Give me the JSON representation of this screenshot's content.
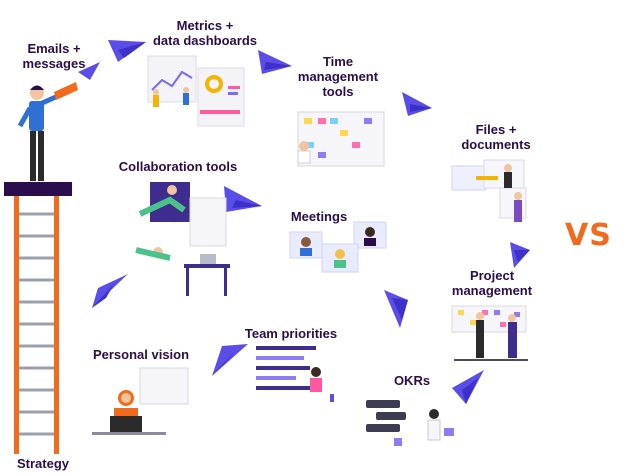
{
  "labels": {
    "emails": "Emails +\nmessages",
    "metrics": "Metrics +\ndata dashboards",
    "time": "Time\nmanagement\ntools",
    "files": "Files +\ndocuments",
    "collab": "Collaboration tools",
    "meetings": "Meetings",
    "project": "Project\nmanagement",
    "team": "Team priorities",
    "personal": "Personal vision",
    "okrs": "OKRs",
    "strategy": "Strategy"
  },
  "vs": "VS",
  "colors": {
    "text": "#2b0c4d",
    "arrow": "#5b4ee8",
    "accent": "#f26a1b",
    "ladder": "#f26a1b",
    "platform": "#2b0c4d"
  }
}
